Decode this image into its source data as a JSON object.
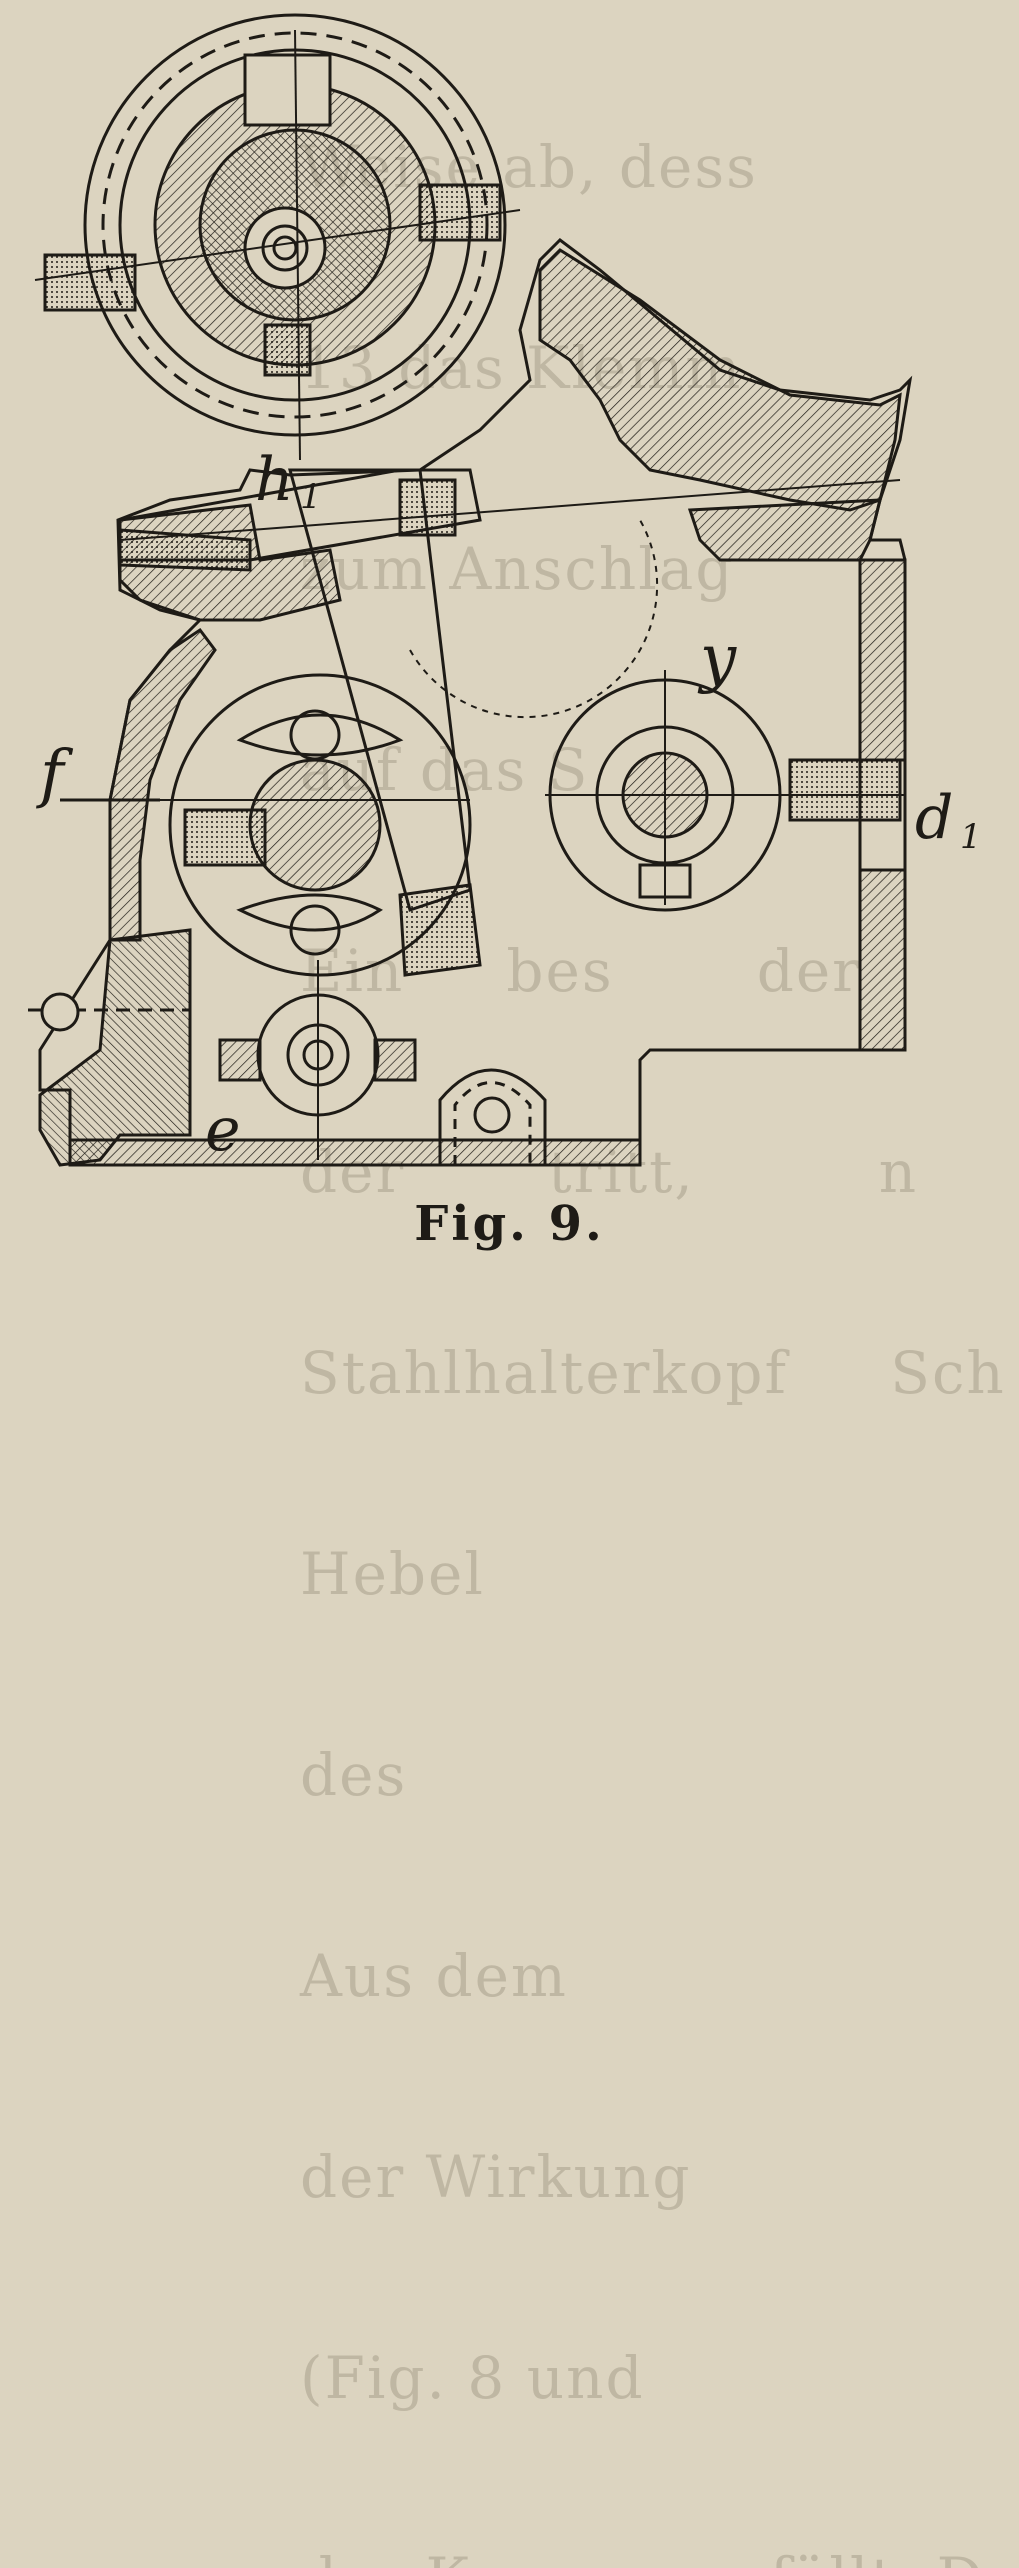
{
  "figure": {
    "caption": "Fig. 9.",
    "labels": {
      "h1": "h",
      "h1_sub": "1",
      "y": "y",
      "f": "f",
      "d1": "d",
      "d1_sub": "1",
      "e": "e"
    }
  },
  "background_text": [
    "Weise ab, dess",
    "13 das Klemm",
    "zum Anschlag",
    "auf das S",
    "Ein     bes       der",
    "der       tritt,         n",
    "Stahlhalterkopf     Sch",
    "Hebel",
    "des",
    "Aus dem",
    "der Wirkung",
    "(Fig. 8 und",
    "der Kammer    fällt. D"
  ],
  "colors": {
    "paper": "#dcd4c0",
    "ink": "#1e1b16"
  }
}
